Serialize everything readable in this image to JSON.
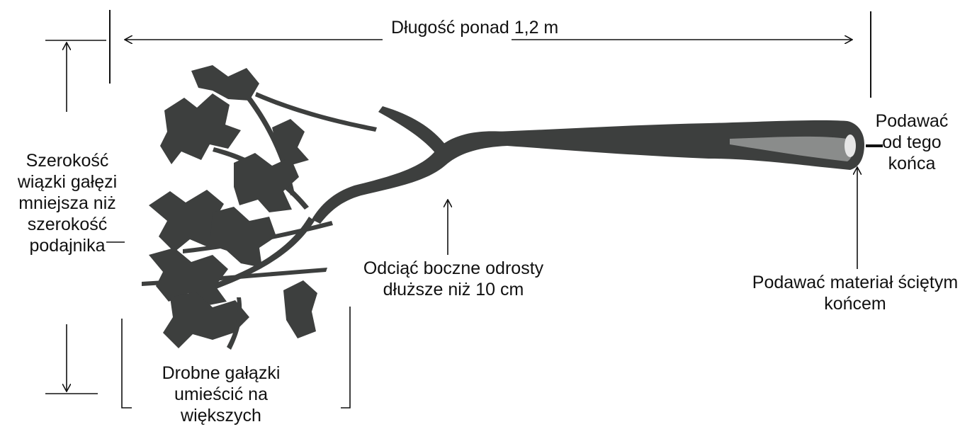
{
  "labels": {
    "length": "Długość ponad 1,2 m",
    "bundle_width": [
      "Szerokość",
      "wiązki gałęzi",
      "mniejsza niż",
      "szerokość",
      "podajnika"
    ],
    "cut_side_shoots": [
      "Odciąć boczne odrosty",
      "dłuższe niż 10 cm"
    ],
    "feed_from_end": [
      "Podawać",
      "od tego",
      "końca"
    ],
    "feed_cut_end": [
      "Podawać materiał ściętym",
      "końcem"
    ],
    "small_twigs": [
      "Drobne gałązki",
      "umieścić na",
      "większych"
    ]
  },
  "colors": {
    "branch": "#3d3f3e",
    "bark_highlight": "#8a8c8b",
    "line": "#111111"
  }
}
